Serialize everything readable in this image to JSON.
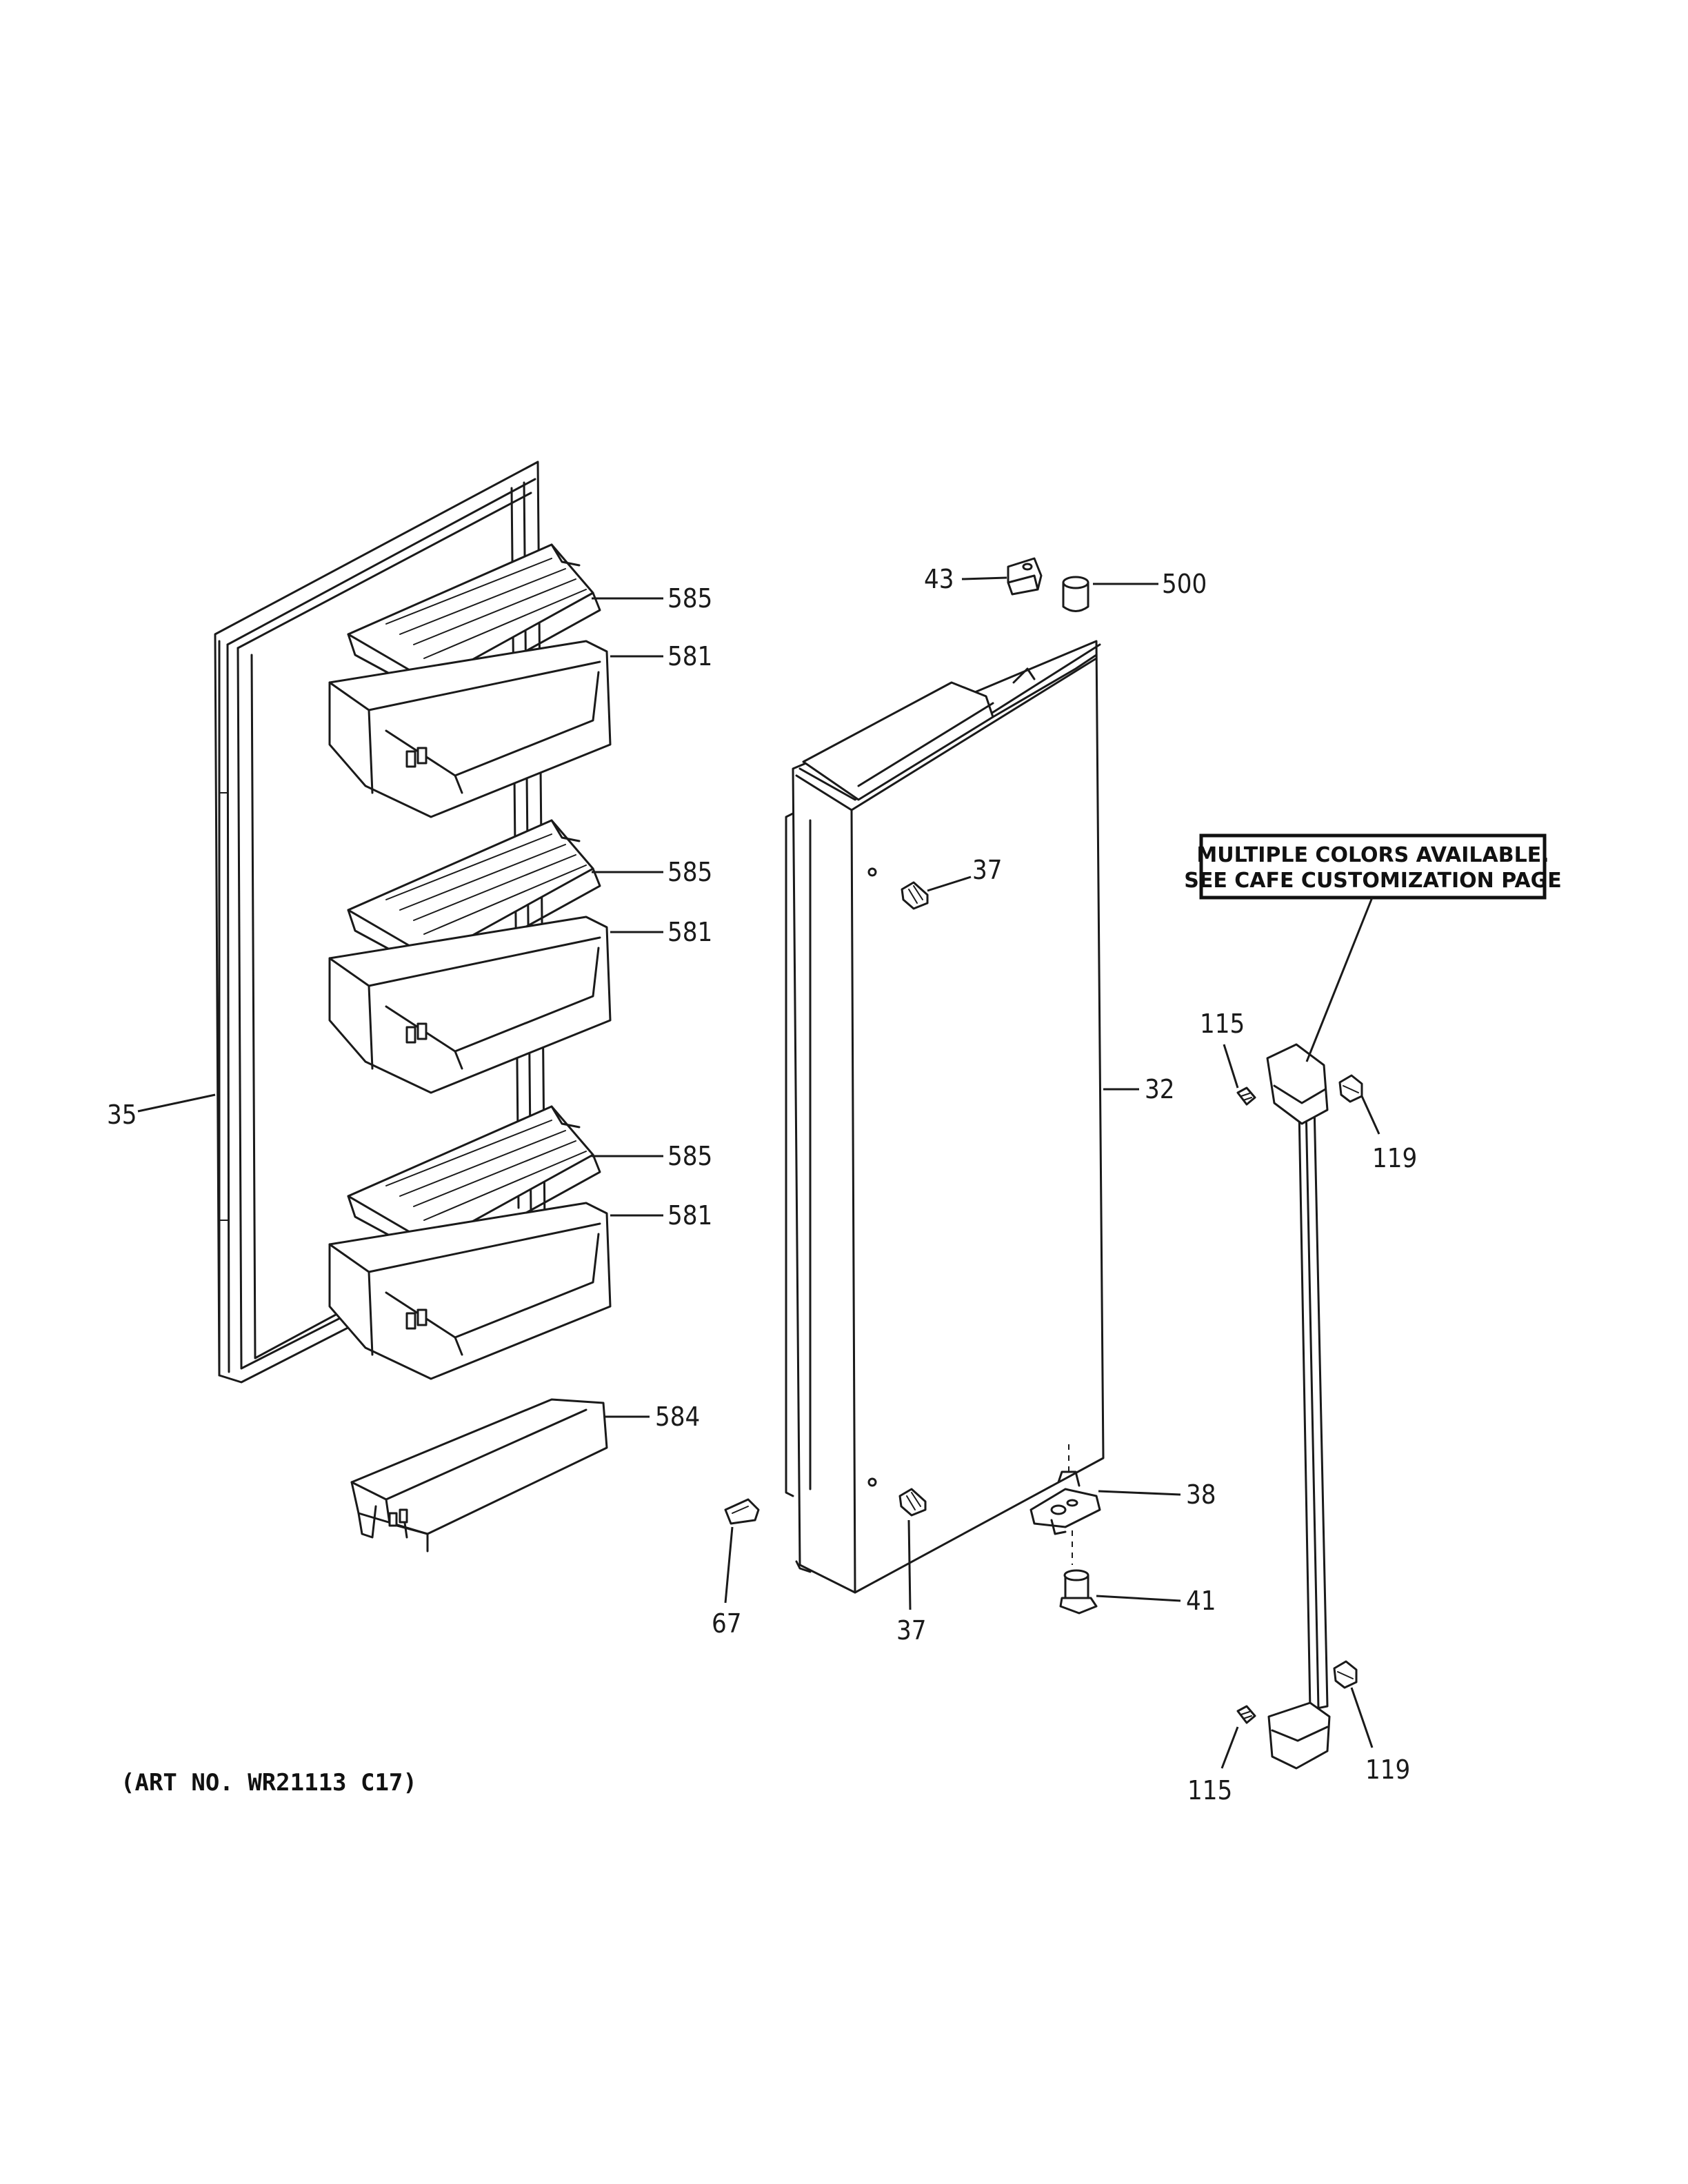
{
  "art_number": "(ART NO. WR21113 C17)",
  "note": {
    "line1": "MULTIPLE COLORS AVAILABLE.",
    "line2": "SEE CAFE CUSTOMIZATION PAGE"
  },
  "callouts": {
    "c585a": "585",
    "c581a": "581",
    "c585b": "585",
    "c581b": "581",
    "c585c": "585",
    "c581c": "581",
    "c584": "584",
    "c35": "35",
    "c43": "43",
    "c500": "500",
    "c37a": "37",
    "c32": "32",
    "c37b": "37",
    "c67": "67",
    "c38": "38",
    "c41": "41",
    "c115a": "115",
    "c119a": "119",
    "c115b": "115",
    "c119b": "119"
  }
}
